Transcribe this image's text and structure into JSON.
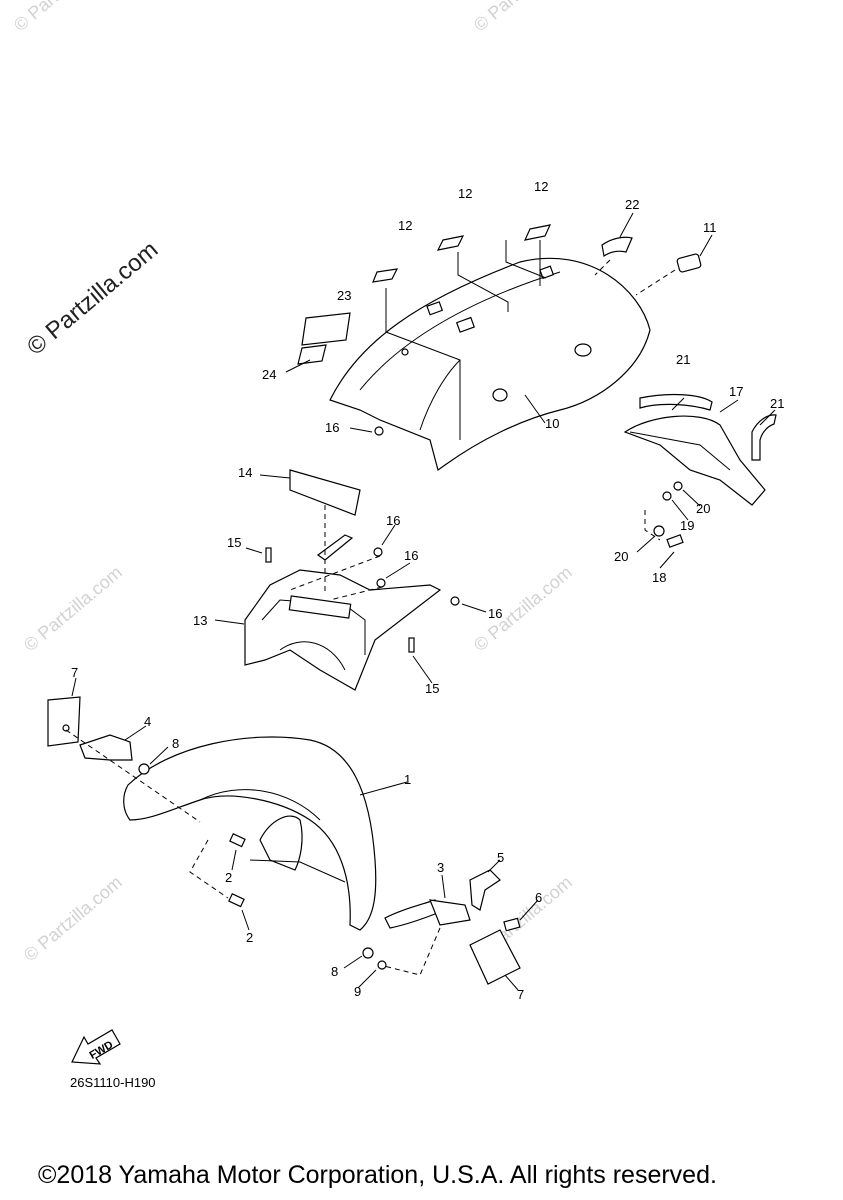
{
  "watermark": {
    "main": "© Partzilla.com",
    "faint": "© Partzilla.com"
  },
  "diagram_code": "26S1110-H190",
  "copyright": "©2018 Yamaha Motor Corporation, U.S.A. All rights reserved.",
  "fwd_label": "FWD",
  "callouts": {
    "c1": "1",
    "c2a": "2",
    "c2b": "2",
    "c3": "3",
    "c4": "4",
    "c5": "5",
    "c6": "6",
    "c7a": "7",
    "c7b": "7",
    "c8a": "8",
    "c8b": "8",
    "c9": "9",
    "c10": "10",
    "c11": "11",
    "c12a": "12",
    "c12b": "12",
    "c12c": "12",
    "c13": "13",
    "c14": "14",
    "c15a": "15",
    "c15b": "15",
    "c16a": "16",
    "c16b": "16",
    "c16c": "16",
    "c16d": "16",
    "c17": "17",
    "c18": "18",
    "c19": "19",
    "c20a": "20",
    "c20b": "20",
    "c21a": "21",
    "c21b": "21",
    "c22": "22",
    "c23": "23",
    "c24": "24"
  }
}
